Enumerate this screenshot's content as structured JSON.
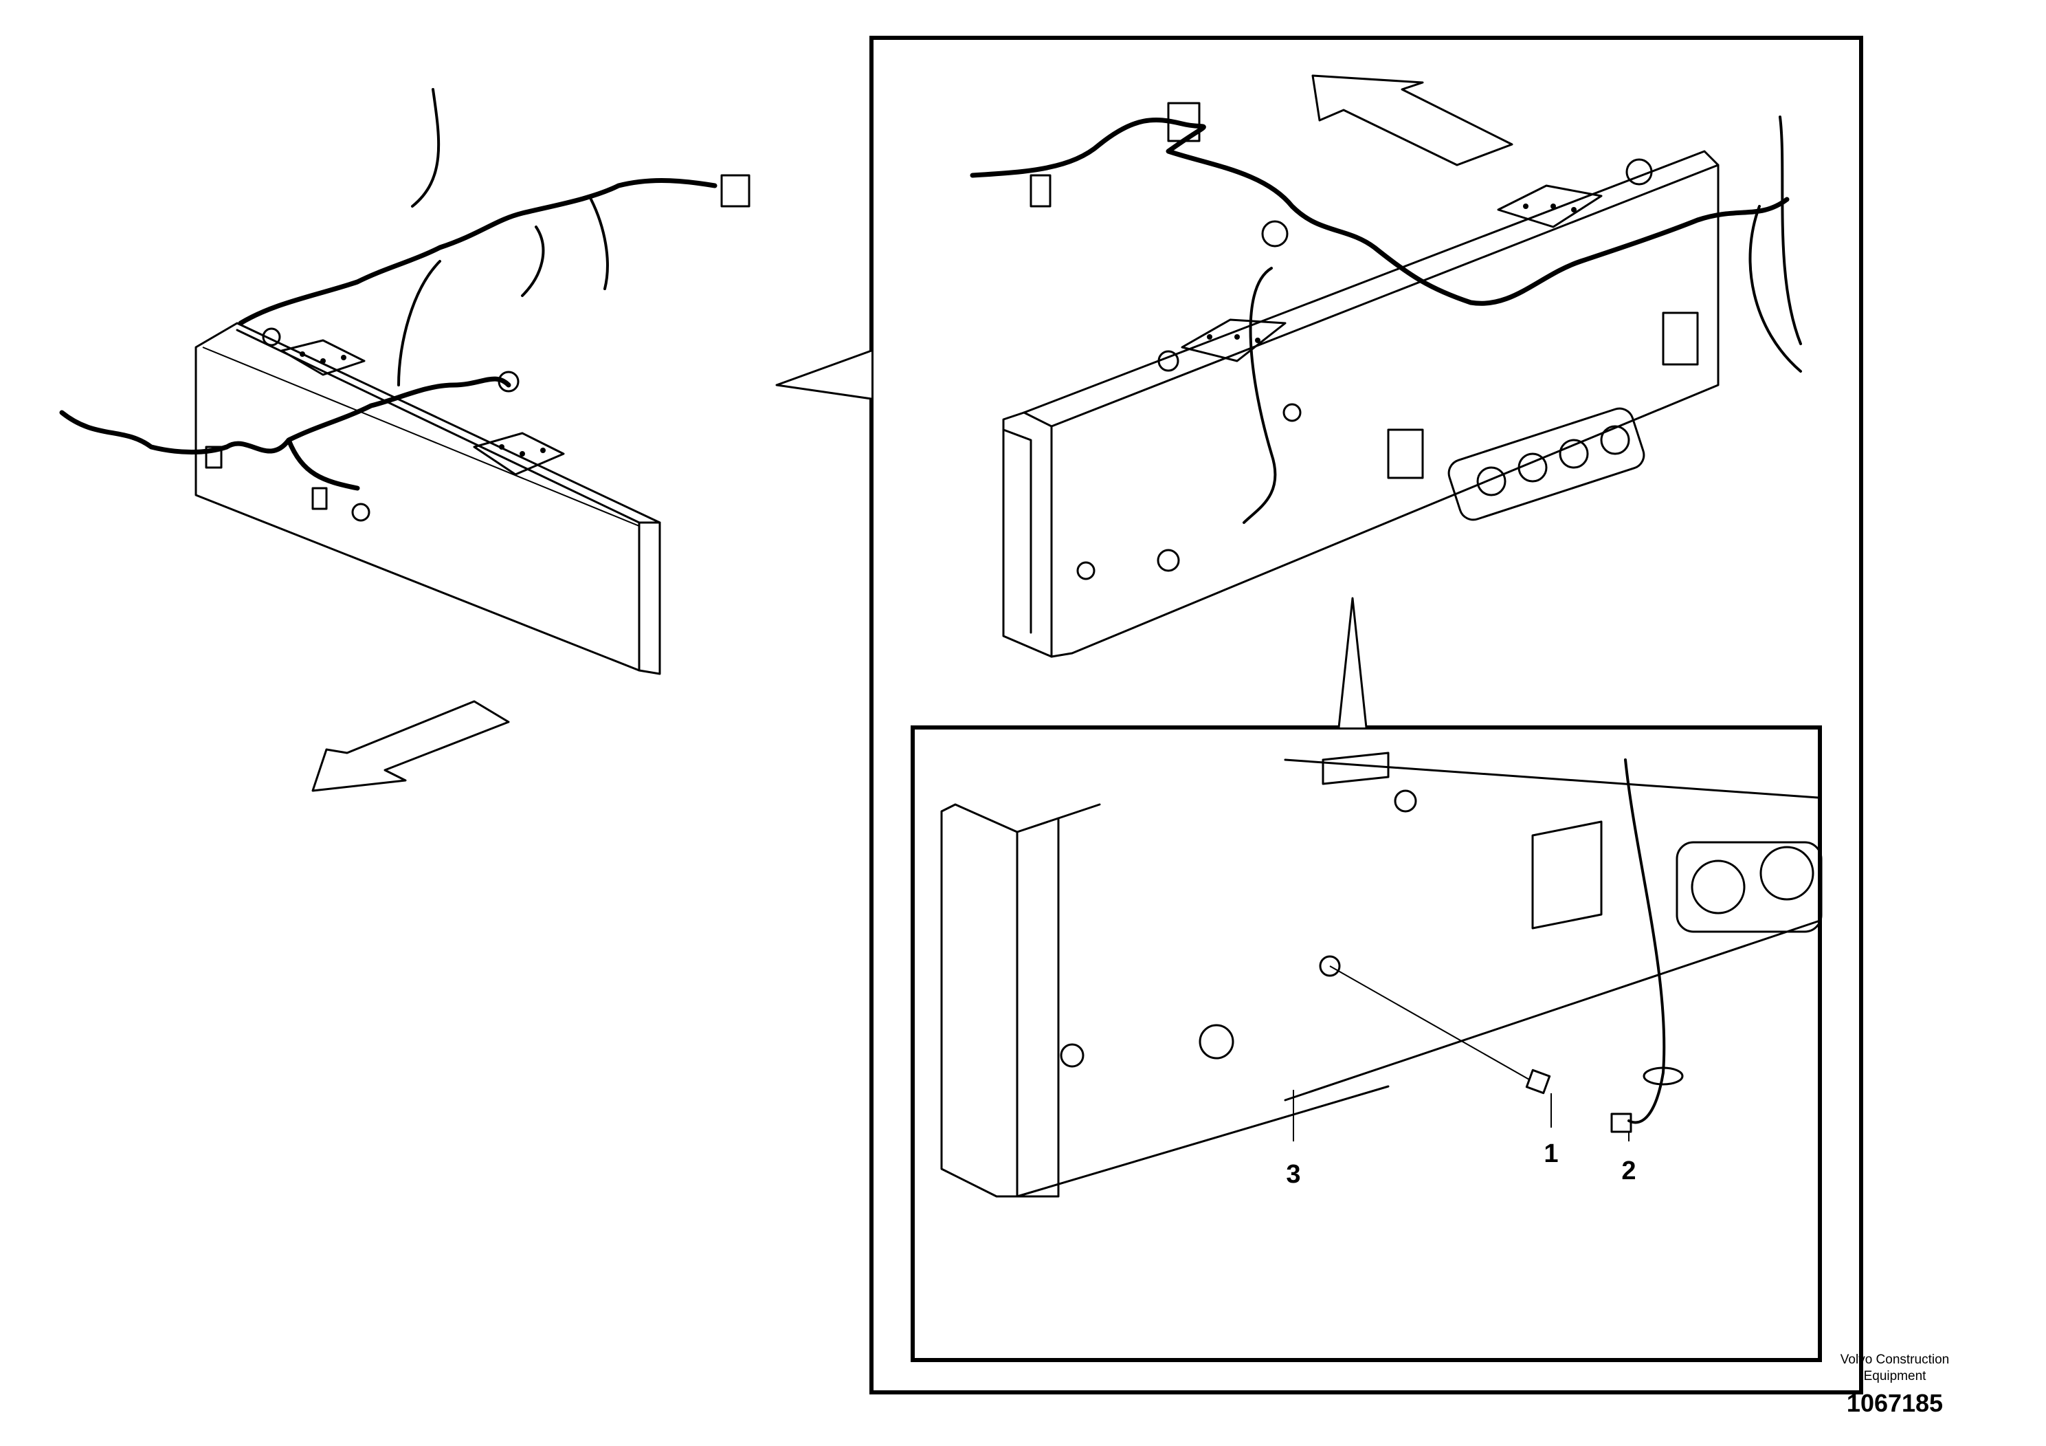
{
  "callouts": [
    {
      "id": "1",
      "label": "1"
    },
    {
      "id": "2",
      "label": "2"
    },
    {
      "id": "3",
      "label": "3"
    }
  ],
  "footer": {
    "brand_line1": "Volvo Construction",
    "brand_line2": "Equipment",
    "part_number": "1067185"
  }
}
